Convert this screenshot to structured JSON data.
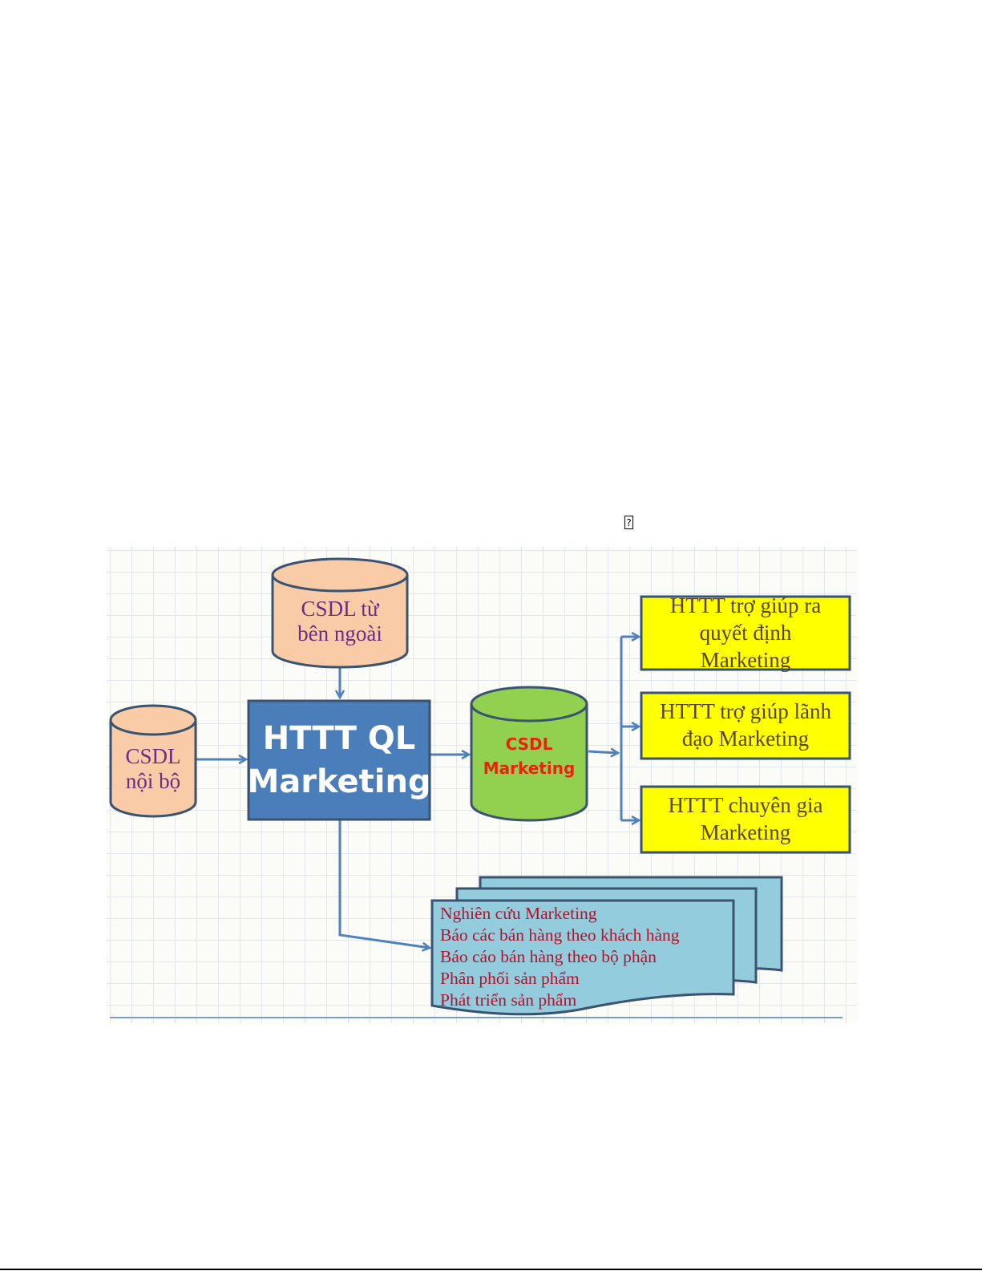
{
  "page": {
    "missing_glyph": "?"
  },
  "diagram": {
    "nodes": {
      "external_db": {
        "lines": [
          "CSDL từ",
          "bên ngoài"
        ],
        "shape": "cylinder",
        "fill": "#f9cca7"
      },
      "internal_db": {
        "lines": [
          "CSDL",
          "nội bộ"
        ],
        "shape": "cylinder",
        "fill": "#f9cca7"
      },
      "main_system": {
        "lines": [
          "HTTT QL",
          "Marketing"
        ],
        "shape": "rectangle",
        "fill": "#4a7ebb"
      },
      "marketing_db": {
        "lines": [
          "CSDL",
          "Marketing"
        ],
        "shape": "cylinder",
        "fill": "#92d050"
      },
      "decision_support": {
        "lines": [
          "HTTT trợ giúp ra",
          "quyết định",
          "Marketing"
        ],
        "shape": "rectangle",
        "fill": "#ffff00"
      },
      "executive_support": {
        "lines": [
          "HTTT trợ giúp lãnh",
          "đạo Marketing"
        ],
        "shape": "rectangle",
        "fill": "#ffff00"
      },
      "expert_system": {
        "lines": [
          "HTTT chuyên gia",
          "Marketing"
        ],
        "shape": "rectangle",
        "fill": "#ffff00"
      },
      "reports": {
        "shape": "multi-document",
        "fill": "#93cddd",
        "items": [
          "Nghiên cứu Marketing",
          "Báo các bán hàng theo khách hàng",
          "Báo cáo bán hàng theo bộ phận",
          "Phân phối sản phẩm",
          "Phát triển sản phẩm"
        ]
      }
    },
    "edges": [
      {
        "from": "external_db",
        "to": "main_system"
      },
      {
        "from": "internal_db",
        "to": "main_system"
      },
      {
        "from": "main_system",
        "to": "marketing_db"
      },
      {
        "from": "marketing_db",
        "to": "decision_support"
      },
      {
        "from": "marketing_db",
        "to": "executive_support"
      },
      {
        "from": "marketing_db",
        "to": "expert_system"
      },
      {
        "from": "main_system",
        "to": "reports"
      }
    ],
    "colors": {
      "stroke": "#3a5370",
      "arrow": "#4f81bd",
      "db_text": "#6a2d86",
      "main_text": "#ffffff",
      "marketing_db_text": "#e8250c",
      "yellow_text": "#5a4522",
      "report_text": "#b3122a"
    }
  }
}
